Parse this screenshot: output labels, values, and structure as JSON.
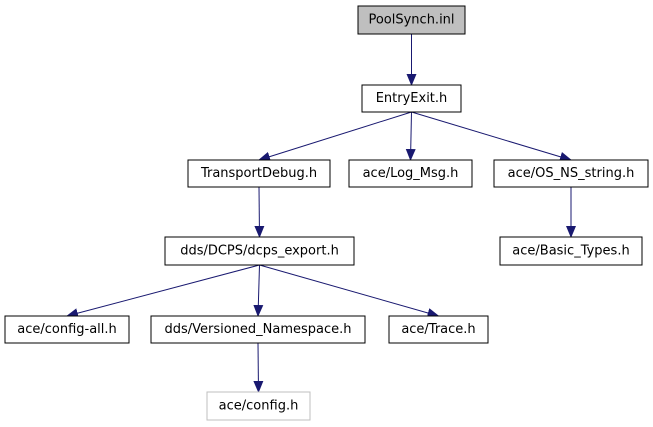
{
  "colors": {
    "edge": "#191970",
    "root_fill": "#bfbfbf",
    "node_border": "#000000",
    "missing_border": "#bfbfbf",
    "missing_text": "#404040",
    "node_fill": "#ffffff"
  },
  "nodes": {
    "pool_synch": {
      "label": "PoolSynch.inl",
      "kind": "root"
    },
    "entry_exit": {
      "label": "EntryExit.h",
      "kind": "normal"
    },
    "transport_debug": {
      "label": "TransportDebug.h",
      "kind": "normal"
    },
    "log_msg": {
      "label": "ace/Log_Msg.h",
      "kind": "normal"
    },
    "os_ns_string": {
      "label": "ace/OS_NS_string.h",
      "kind": "normal"
    },
    "dcps_export": {
      "label": "dds/DCPS/dcps_export.h",
      "kind": "normal"
    },
    "basic_types": {
      "label": "ace/Basic_Types.h",
      "kind": "normal"
    },
    "config_all": {
      "label": "ace/config-all.h",
      "kind": "normal"
    },
    "versioned_namespace": {
      "label": "dds/Versioned_Namespace.h",
      "kind": "normal"
    },
    "trace": {
      "label": "ace/Trace.h",
      "kind": "normal"
    },
    "config": {
      "label": "ace/config.h",
      "kind": "missing"
    }
  },
  "edges": [
    {
      "from": "pool_synch",
      "to": "entry_exit"
    },
    {
      "from": "entry_exit",
      "to": "transport_debug"
    },
    {
      "from": "entry_exit",
      "to": "log_msg"
    },
    {
      "from": "entry_exit",
      "to": "os_ns_string"
    },
    {
      "from": "transport_debug",
      "to": "dcps_export"
    },
    {
      "from": "os_ns_string",
      "to": "basic_types"
    },
    {
      "from": "dcps_export",
      "to": "config_all"
    },
    {
      "from": "dcps_export",
      "to": "versioned_namespace"
    },
    {
      "from": "dcps_export",
      "to": "trace"
    },
    {
      "from": "versioned_namespace",
      "to": "config"
    }
  ]
}
